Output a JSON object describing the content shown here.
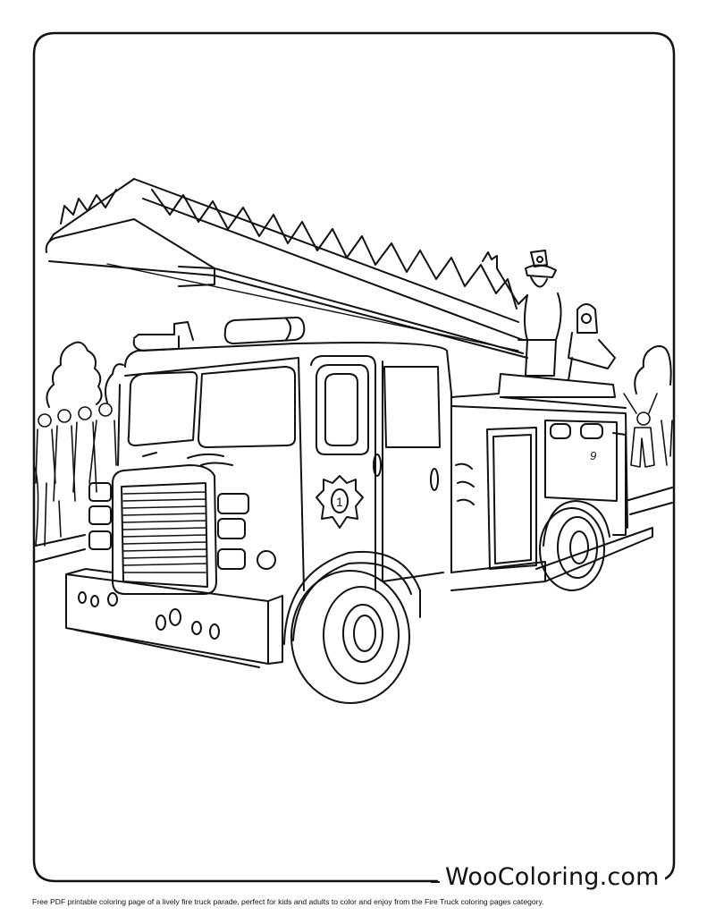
{
  "page": {
    "type": "coloring-page",
    "subject": "fire truck parade",
    "ink_color": "#111111",
    "background_color": "#ffffff"
  },
  "illustration": {
    "badge_number": "1",
    "side_panel_number": "9",
    "elements": [
      "aerial ladder",
      "fire truck cab",
      "firefighter waving",
      "firefighter in mask",
      "crowd of spectators",
      "trees",
      "road"
    ]
  },
  "footer": {
    "logo": "WooColoring.com",
    "caption": "Free PDF printable coloring page of a lively fire truck parade, perfect for kids and adults to color and enjoy from the Fire Truck coloring pages category."
  }
}
